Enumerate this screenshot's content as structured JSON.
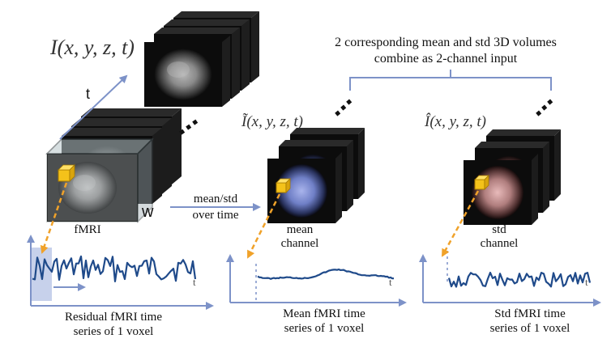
{
  "labels": {
    "combine_line1": "2 corresponding mean and std 3D volumes",
    "combine_line2": "combine as 2-channel input",
    "t_axis": "t",
    "w_dim": "w",
    "fmri": "fMRI",
    "mean_std_line1": "mean/std",
    "mean_std_line2": "over time",
    "mean_ch_line1": "mean",
    "mean_ch_line2": "channel",
    "std_ch_line1": "std",
    "std_ch_line2": "channel",
    "residual_line1": "Residual fMRI time",
    "residual_line2": "series of 1 voxel",
    "mean_ts_line1": "Mean fMRI time",
    "mean_ts_line2": "series of 1 voxel",
    "std_ts_line1": "Std fMRI time",
    "std_ts_line2": "series of 1 voxel",
    "ts_end_mark": "t"
  },
  "formulas": {
    "original": "I(x, y, z, t)",
    "mean_volume": "Ĩ(x, y, z, t)",
    "std_volume": "Î(x, y, z, t)"
  },
  "colors": {
    "arrow_blue": "#7d92c8",
    "signal_blue": "#1f4a8a",
    "dash_orange": "#f0a22a",
    "voxel_yellow": "#f4c21a",
    "mean_tint": "#8f9fdf",
    "std_tint": "#d8a2a2",
    "volume_dark": "#0c0c0c"
  }
}
